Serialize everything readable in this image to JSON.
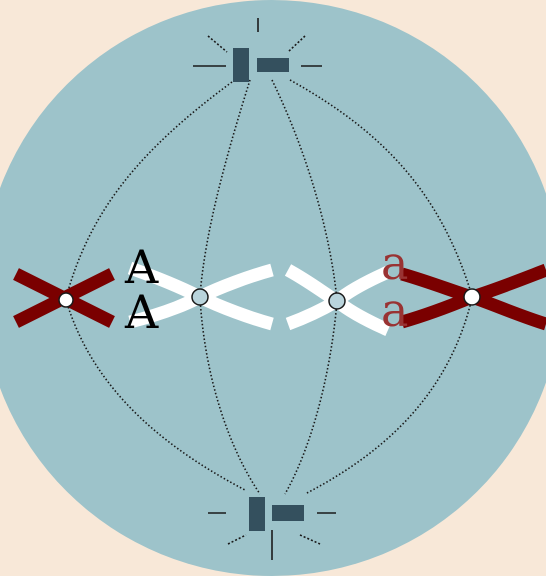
{
  "colors": {
    "background": "#f8e8d8",
    "cell": "#9dc3ca",
    "centrosome": "#34505e",
    "spindle_fiber": "#1a1a1a",
    "chromosome_dark": "#7a0000",
    "chromosome_light": "#ffffff",
    "centromere_fill_white": "#ffffff",
    "centromere_fill_blue": "#b9d4dc",
    "allele_upper_case": "#000000",
    "allele_lower_case": "#993333"
  },
  "alleles": {
    "upper_top": "A",
    "upper_bottom": "A",
    "lower_top": "a",
    "lower_bottom": "a"
  },
  "icons": {
    "top_pole": "centrosome-icon",
    "bottom_pole": "centrosome-icon"
  }
}
